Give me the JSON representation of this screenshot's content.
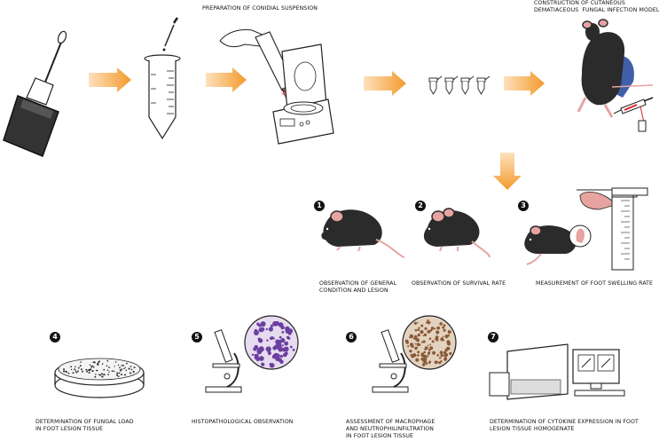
{
  "top": {
    "prep_title": "PREPARATION OF CONIDIAL SUSPENSION",
    "model_title_line1": "CONSTRUCTION OF CUTANEOUS",
    "model_title_line2": "DEMATIACEOUS  FUNGAL INFECTION MODEL"
  },
  "steps": [
    {
      "num": "1",
      "label_line1": "OBSERVATION OF GENERAL",
      "label_line2": "CONDITION AND LESION"
    },
    {
      "num": "2",
      "label_line1": "OBSERVATION OF SURVIVAL RATE",
      "label_line2": ""
    },
    {
      "num": "3",
      "label_line1": "MEASUREMENT OF FOOT SWELLING RATE",
      "label_line2": ""
    },
    {
      "num": "4",
      "label_line1": "DETERMINATION OF FUNGAL LOAD",
      "label_line2": "IN FOOT LESION TISSUE"
    },
    {
      "num": "5",
      "label_line1": "HISTOPATHOLOGICAL OBSERVATION",
      "label_line2": ""
    },
    {
      "num": "6",
      "label_line1": "ASSESSMENT OF MACROPHAGE",
      "label_line2": "AND NEUTROPHILINFILTRATION",
      "label_line3": "IN FOOT LESION TISSUE"
    },
    {
      "num": "7",
      "label_line1": "DETERMINATION OF CYTOKINE EXPRESSION IN FOOT",
      "label_line2": "LESION TISSUE HOMOGENATE"
    }
  ],
  "colors": {
    "arrow": "#f39a2c",
    "mouse": "#2b2b2b",
    "glove": "#3f5fa8",
    "pink": "#e6a3a0"
  }
}
